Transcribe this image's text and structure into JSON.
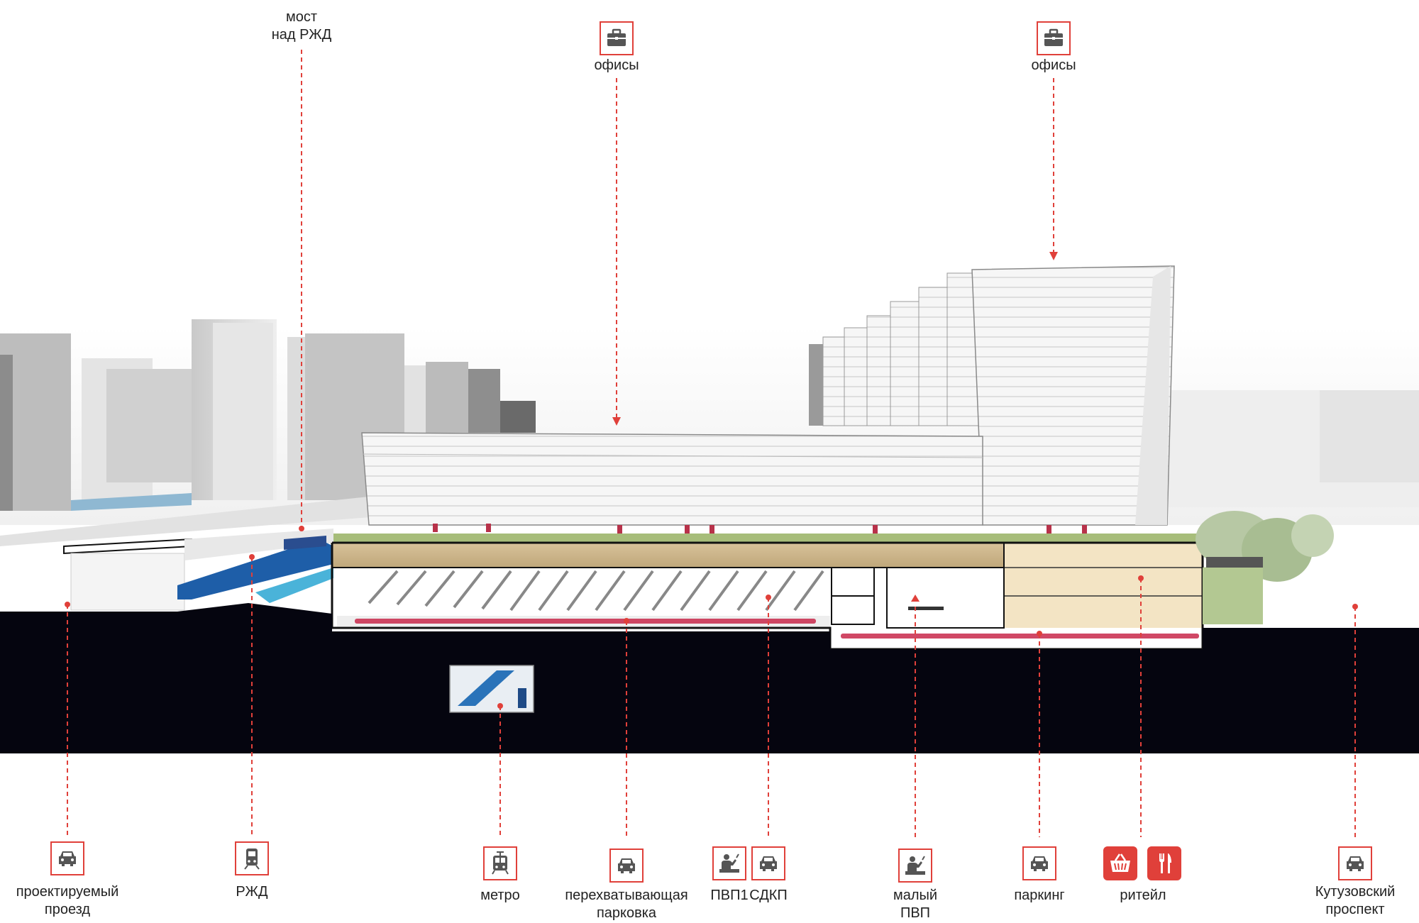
{
  "labels": {
    "bridge": [
      "мост",
      "над РЖД"
    ],
    "offices_left": "офисы",
    "offices_right": "офисы",
    "proj_road": [
      "проектируемый",
      "проезд"
    ],
    "rzhd": "РЖД",
    "metro": "метро",
    "intercept": [
      "перехватывающая",
      "парковка"
    ],
    "pvp1": "ПВП1",
    "sdkp": "СДКП",
    "small_pvp": [
      "малый",
      "ПВП"
    ],
    "parking": "паркинг",
    "retail": "ритейл",
    "kutuz": [
      "Кутузовский",
      "проспект"
    ]
  },
  "icons": {
    "offices_left": "briefcase-icon",
    "offices_right": "briefcase-icon",
    "proj_road": "car-icon",
    "rzhd": "train-icon",
    "metro": "tram-icon",
    "intercept": "car-icon",
    "pvp1": "passenger-icon",
    "sdkp": "car-icon",
    "small_pvp": "passenger-icon",
    "parking": "car-icon",
    "retail_basket": "basket-icon",
    "retail_food": "fork-knife-icon",
    "kutuz": "car-icon"
  },
  "colors": {
    "accent": "#e0403a",
    "ground": "#05050f",
    "green_roof": "#a7bd7a",
    "parking_floor": "#c9b48b",
    "rail": "#1e5ea8",
    "water_blue": "#4ab3d9"
  }
}
